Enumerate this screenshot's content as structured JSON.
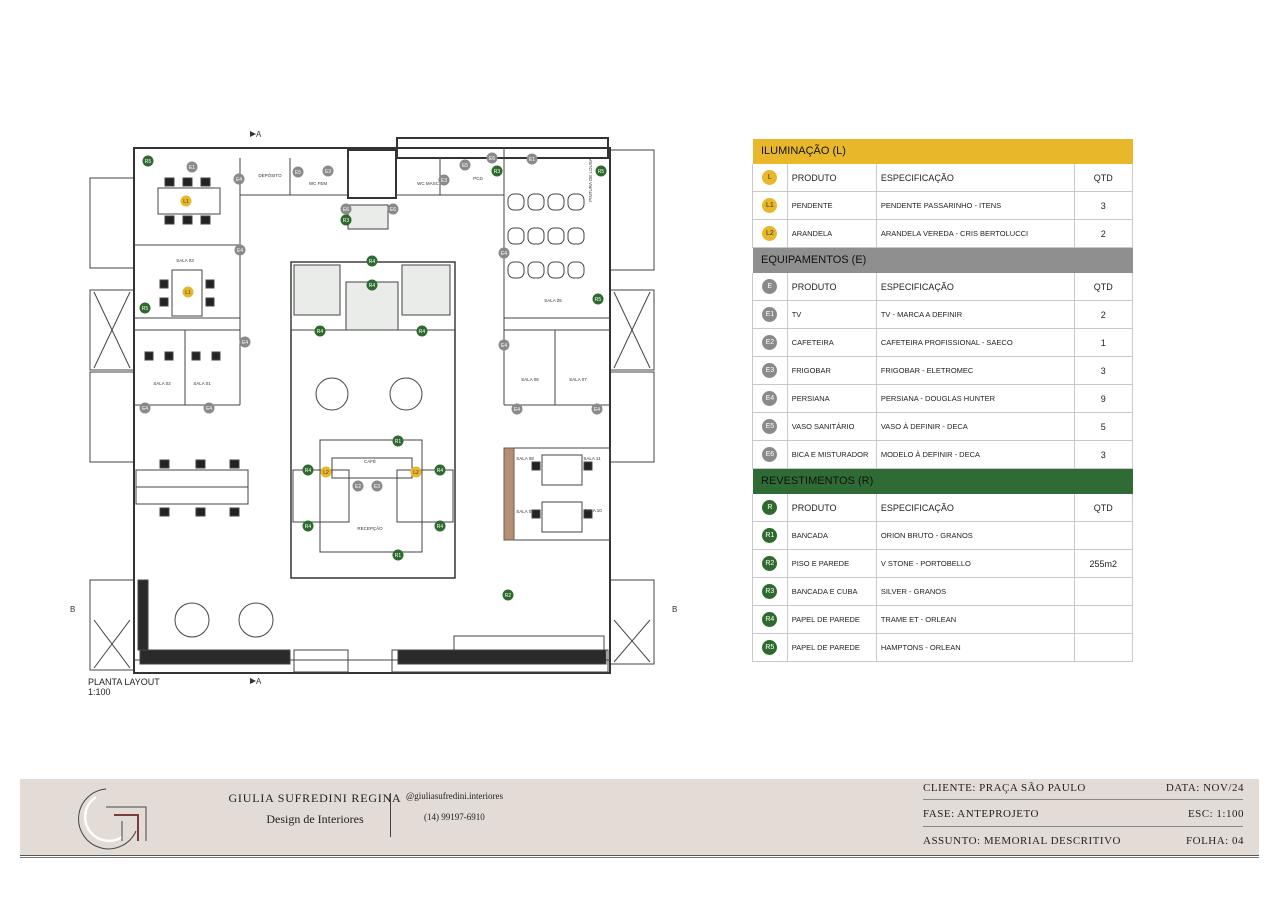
{
  "plan": {
    "title": "PLANTA LAYOUT",
    "scale": "1:100",
    "section_left": "A",
    "section_right": "A",
    "section_b": "B",
    "rooms": {
      "deposito": "DEPÓSITO",
      "wc_fem": "WC FEM",
      "wc_masc": "WC MASC",
      "pcd": "PCD",
      "pintura": "PINTURA DE LOUSA",
      "sala03": "SALA 03",
      "sala02": "SALA 02",
      "sala01": "SALA 01",
      "sala05": "SALA 05",
      "sala06": "SALA 06",
      "sala07": "SALA 07",
      "sala08": "SALA 08",
      "sala09": "SALA 09",
      "sala10": "SALA 10",
      "sala11": "SALA 11",
      "cafe": "CAFÉ",
      "recepcao": "RECEPÇÃO"
    },
    "tags": {
      "L1": "L1",
      "L2": "L2",
      "E1": "E1",
      "E2": "E2",
      "E3": "E3",
      "E4": "E4",
      "E5": "E5",
      "E6": "E6",
      "R1": "R1",
      "R2": "R2",
      "R3": "R3",
      "R4": "R4",
      "R5": "R5"
    },
    "colors": {
      "wall": "#333333",
      "L": "#e8b82a",
      "E": "#8a8a8a",
      "R": "#2e6a2e"
    }
  },
  "legend": {
    "columns": {
      "code": "",
      "product": "PRODUTO",
      "spec": "ESPECIFICAÇÃO",
      "qtd": "QTD"
    },
    "sections": [
      {
        "title": "ILUMINAÇÃO (L)",
        "code": "L",
        "color": "#e8b82a",
        "title_color": "#e8b82a",
        "rows": [
          {
            "code": "L1",
            "product": "PENDENTE",
            "spec": "PENDENTE PASSARINHO - ITENS",
            "qtd": "3"
          },
          {
            "code": "L2",
            "product": "ARANDELA",
            "spec": "ARANDELA VEREDA - CRIS BERTOLUCCI",
            "qtd": "2"
          }
        ]
      },
      {
        "title": "EQUIPAMENTOS (E)",
        "code": "E",
        "color": "#8a8a8a",
        "title_color": "#8f8f8f",
        "rows": [
          {
            "code": "E1",
            "product": "TV",
            "spec": "TV - MARCA A DEFINIR",
            "qtd": "2"
          },
          {
            "code": "E2",
            "product": "CAFETEIRA",
            "spec": "CAFETEIRA PROFISSIONAL - SAECO",
            "qtd": "1"
          },
          {
            "code": "E3",
            "product": "FRIGOBAR",
            "spec": "FRIGOBAR - ELETROMEC",
            "qtd": "3"
          },
          {
            "code": "E4",
            "product": "PERSIANA",
            "spec": "PERSIANA - DOUGLAS HUNTER",
            "qtd": "9"
          },
          {
            "code": "E5",
            "product": "VASO SANITÁRIO",
            "spec": "VASO À DEFINIR - DECA",
            "qtd": "5"
          },
          {
            "code": "E6",
            "product": "BICA E MISTURADOR",
            "spec": "MODELO À DEFINIR - DECA",
            "qtd": "3"
          }
        ]
      },
      {
        "title": "REVESTIMENTOS (R)",
        "code": "R",
        "color": "#2e6a2e",
        "title_color": "#2f6b34",
        "rows": [
          {
            "code": "R1",
            "product": "BANCADA",
            "spec": "ORION BRUTO - GRANOS",
            "qtd": ""
          },
          {
            "code": "R2",
            "product": "PISO E PAREDE",
            "spec": "V STONE - PORTOBELLO",
            "qtd": "255m2"
          },
          {
            "code": "R3",
            "product": "BANCADA E CUBA",
            "spec": "SILVER - GRANOS",
            "qtd": ""
          },
          {
            "code": "R4",
            "product": "PAPEL DE PAREDE",
            "spec": "TRAME ET - ORLEAN",
            "qtd": ""
          },
          {
            "code": "R5",
            "product": "PAPEL DE PAREDE",
            "spec": "HAMPTONS - ORLEAN",
            "qtd": ""
          }
        ]
      }
    ]
  },
  "footer": {
    "designer": "GIULIA SUFREDINI REGINA",
    "subtitle": "Design de Interiores",
    "instagram": "@giuliasufredini.interiores",
    "phone": "(14) 99197-6910",
    "client": "CLIENTE: PRAÇA SÃO PAULO",
    "date": "DATA: NOV/24",
    "phase": "FASE: ANTEPROJETO",
    "scale": "ESC: 1:100",
    "subject": "ASSUNTO: MEMORIAL DESCRITIVO",
    "sheet": "FOLHA: 04"
  }
}
